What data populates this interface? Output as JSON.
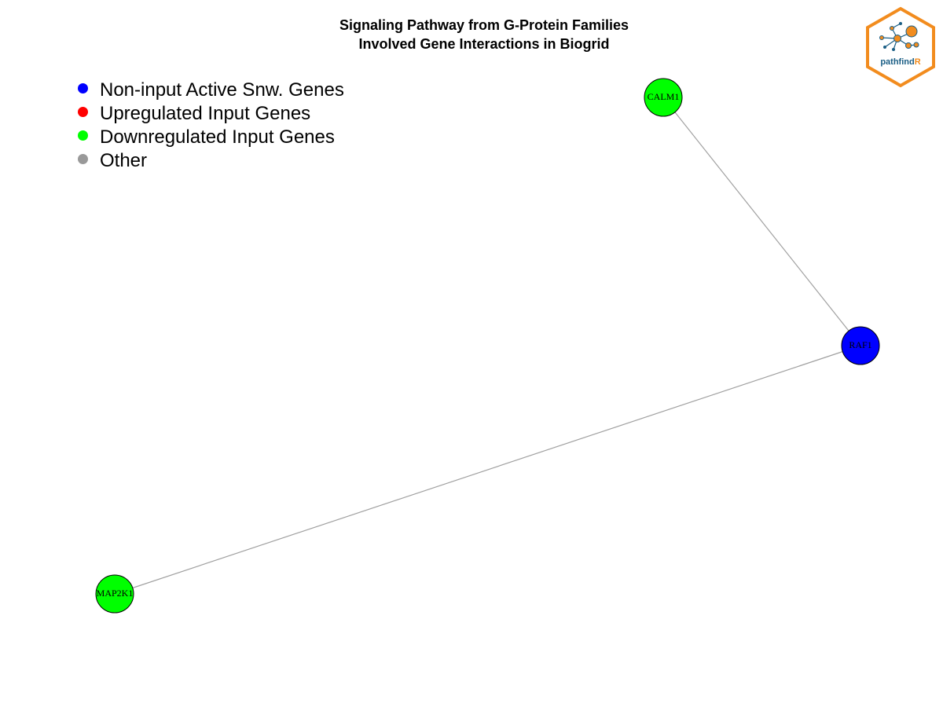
{
  "title": {
    "line1": "Signaling Pathway from G-Protein Families",
    "line2": "Involved Gene Interactions in Biogrid"
  },
  "legend": [
    {
      "label": "Non-input Active Snw. Genes",
      "color": "#0000ff"
    },
    {
      "label": "Upregulated Input Genes",
      "color": "#ff0000"
    },
    {
      "label": "Downregulated Input Genes",
      "color": "#00ff00"
    },
    {
      "label": "Other",
      "color": "#999999"
    }
  ],
  "nodes": [
    {
      "id": "CALM1",
      "label": "CALM1",
      "category": "Downregulated Input Genes",
      "color": "#00ff00"
    },
    {
      "id": "RAF1",
      "label": "RAF1",
      "category": "Non-input Active Snw. Genes",
      "color": "#0000ff"
    },
    {
      "id": "MAP2K1",
      "label": "MAP2K1",
      "category": "Downregulated Input Genes",
      "color": "#00ff00"
    }
  ],
  "edges": [
    {
      "source": "CALM1",
      "target": "RAF1"
    },
    {
      "source": "RAF1",
      "target": "MAP2K1"
    }
  ],
  "colors": {
    "edge": "#a0a0a0",
    "node_border": "#000000"
  },
  "logo": {
    "text_main": "pathfind",
    "text_accent": "R",
    "accent_color": "#f28c1e",
    "main_color": "#1a5e85"
  }
}
